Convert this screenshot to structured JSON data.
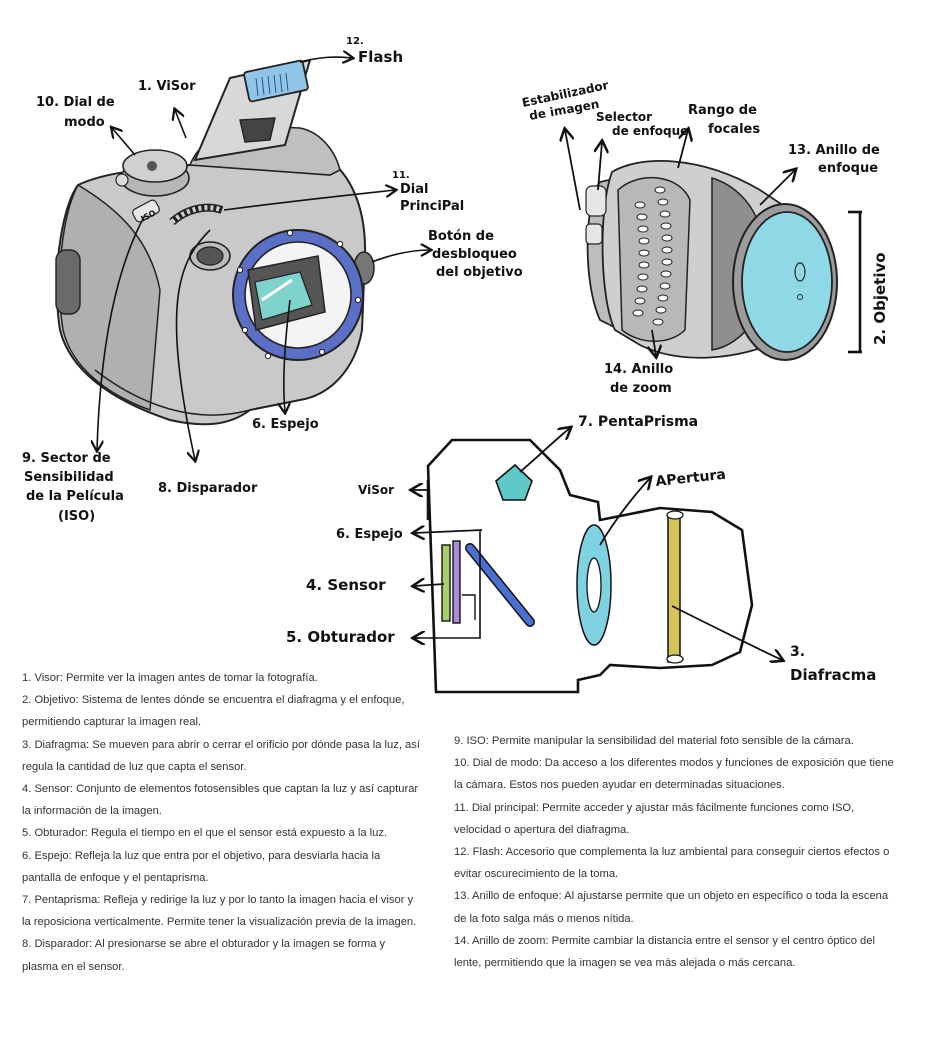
{
  "labels": {
    "l1": "1. ViSor",
    "l2": "2. Objetivo",
    "l3a": "3.",
    "l3b": "Diafracma",
    "l4": "4. Sensor",
    "l5": "5. Obturador",
    "l6a": "6. Espejo",
    "l6b": "6. Espejo",
    "l7": "7. PentaPrisma",
    "l8": "8. Disparador",
    "l9a": "9. Sector de",
    "l9b": "Sensibilidad",
    "l9c": "de la Película",
    "l9d": "(ISO)",
    "l10a": "10. Dial de",
    "l10b": "modo",
    "l11a": "11.",
    "l11b": "Dial",
    "l11c": "PrinciPal",
    "l12": "12. Flash",
    "l13a": "13. Anillo de",
    "l13b": "enfoque",
    "l14a": "14. Anillo",
    "l14b": "de zoom",
    "boton1": "Botón de",
    "boton2": "desbloqueo",
    "boton3": "del objetivo",
    "estab1": "Estabilizador",
    "estab2": "de imagen",
    "selector1": "Selector",
    "selector2": "de enfoque",
    "rango1": "Rango de",
    "rango2": "focales",
    "apertura": "APertura",
    "visor": "ViSor",
    "iso_dial": "ISO"
  },
  "descriptions_left": [
    "1. Visor: Permite ver la imagen antes de tomar la fotografía.",
    "2. Objetivo: Sistema de lentes dónde se encuentra el diafragma y el enfoque, permitiendo capturar la imagen real.",
    "3. Diafragma: Se mueven para abrir o cerrar el orificio por dónde pasa la luz, así regula la cantidad de luz que capta el sensor.",
    "4. Sensor: Conjunto de elementos fotosensibles que captan la luz y así capturar la información de la imagen.",
    "5. Obturador: Regula el tiempo en el que el sensor está expuesto a la luz.",
    "6. Espejo: Refleja la luz que entra por el objetivo, para desviarla hacia la pantalla de enfoque y el pentaprisma.",
    "7. Pentaprisma: Refleja y redirige la luz  y por lo tanto la imagen hacia el visor y la reposiciona verticalmente. Permite tener la visualización previa de la imagen.",
    "8. Disparador: Al presionarse se abre el obturador y la imagen se forma y plasma en el sensor."
  ],
  "descriptions_right": [
    "9. ISO: Permite manipular la sensibilidad del material foto sensible de la cámara.",
    "10. Dial de modo: Da acceso a los diferentes modos y funciones de exposición que tiene la cámara. Estos nos pueden ayudar en determinadas situaciones.",
    "11. Dial principal: Permite acceder y ajustar más fácilmente funciones como ISO, velocidad o apertura del diafragma.",
    "12. Flash: Accesorio que complementa la luz ambiental para conseguir ciertos efectos o evitar oscurecimiento de la toma.",
    "13. Anillo de enfoque: Al ajustarse permite que un objeto en específico o toda la escena de la foto salga más o menos nítida.",
    "14. Anillo de zoom: Permite cambiar la distancia entre el sensor y el centro óptico del lente, permitiendo que la imagen se vea más alejada o más cercana."
  ],
  "colors": {
    "mount_blue": "#5b6fc6",
    "lens_cyan": "#8fd9e6",
    "flash_blue": "#8fc6e8",
    "prism_teal": "#5fc8c8",
    "sensor_green": "#a9cf6a",
    "obturador_purple": "#a88ed8",
    "mirror_blue": "#4a6fd0",
    "diafragma_yellow": "#d4c45a",
    "body_gray": "#c9c9c9"
  }
}
